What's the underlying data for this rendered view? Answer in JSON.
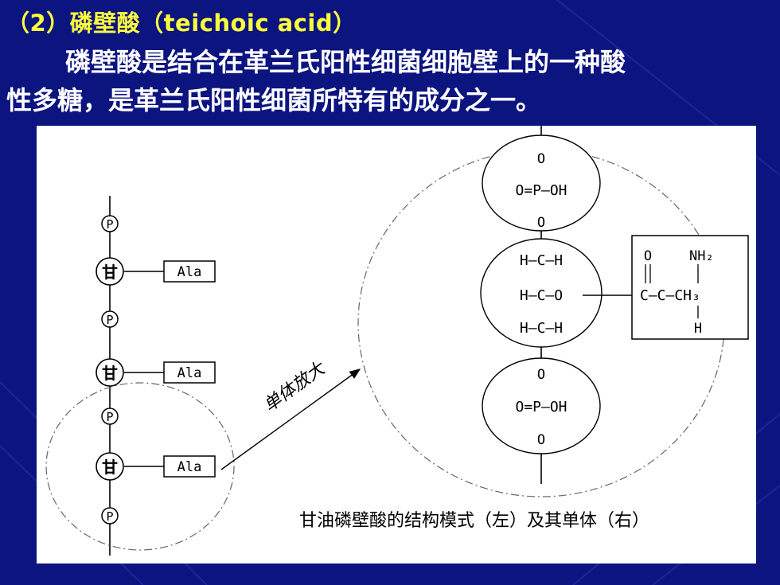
{
  "slide": {
    "title": "（2）磷壁酸（teichoic acid）",
    "para_line1": "磷壁酸是结合在革兰氏阳性细菌细胞壁上的一种酸",
    "para_line2": "性多糖，是革兰氏阳性细菌所特有的成分之一。"
  },
  "diagram": {
    "chain": {
      "phosphate_label": "P",
      "glycerol_label": "甘",
      "ala_label": "Ala"
    },
    "arrow_label": "单体放大",
    "monomer": {
      "phosphate_top": {
        "o_top": "O",
        "row": "O=P—OH",
        "o_bottom": "O"
      },
      "glycerol": {
        "row1": "H—C—H",
        "row2": "H—C—O",
        "row3": "H—C—H"
      },
      "phosphate_bottom": {
        "o_top": "O",
        "row": "O=P—OH",
        "o_bottom": "O"
      },
      "alanine": {
        "o": "O",
        "nh2": "NH₂",
        "main": "C—C—CH₃",
        "h": "H"
      }
    },
    "caption": "甘油磷壁酸的结构模式（左）及其单体（右）"
  },
  "colors": {
    "background": "#0c1480",
    "title": "#ffff3c",
    "text": "#ffffff"
  }
}
